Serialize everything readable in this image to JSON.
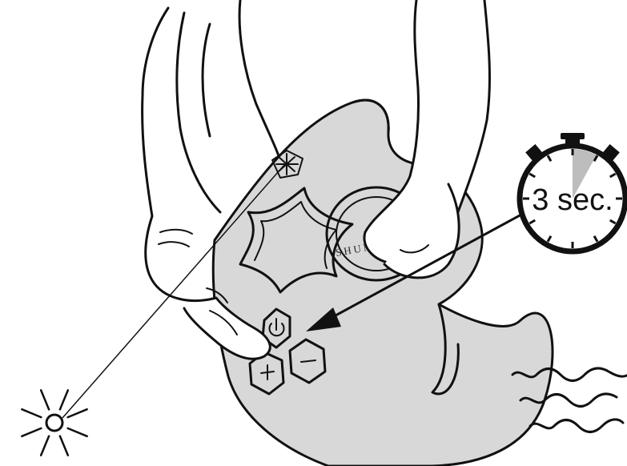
{
  "timer": {
    "label": "3 sec.",
    "icon": "stopwatch-icon",
    "elapsed_fraction": 0.08
  },
  "device": {
    "brand_text": "SHUN",
    "buttons": [
      {
        "name": "power-button",
        "glyph": "power-icon"
      },
      {
        "name": "plus-button",
        "glyph": "+"
      },
      {
        "name": "minus-button",
        "glyph": "–"
      }
    ]
  },
  "indicators": {
    "light": "light-burst-icon",
    "vibration": "vibration-waves-icon"
  },
  "colors": {
    "body": "#d8d8d8",
    "button_active": "#8a8a8a",
    "ink": "#111111"
  }
}
